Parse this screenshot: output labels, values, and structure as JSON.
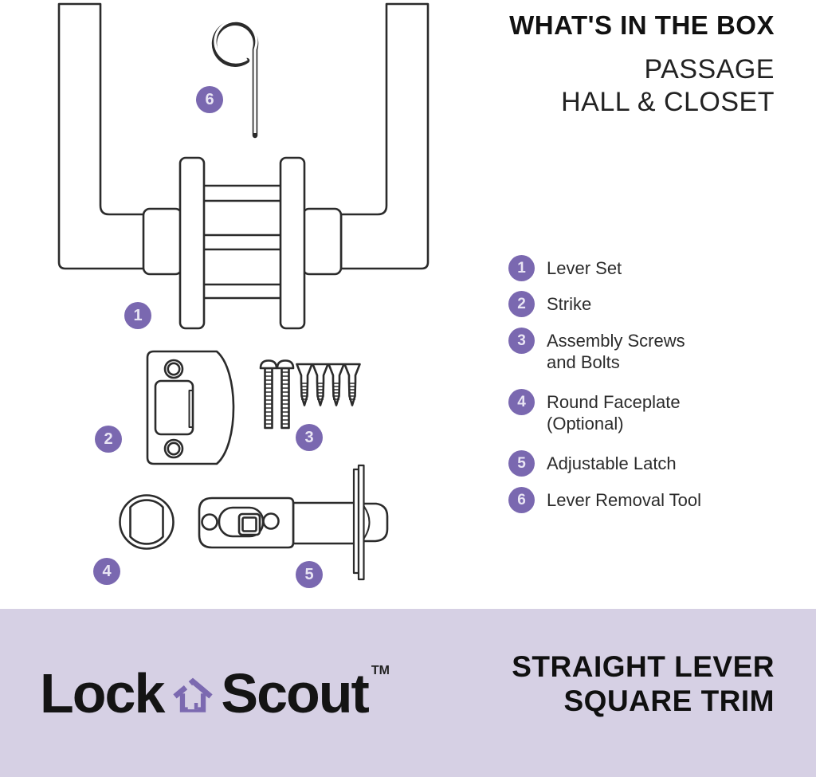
{
  "header": {
    "title": "WHAT'S IN THE BOX",
    "subtitle_line1": "PASSAGE",
    "subtitle_line2": "HALL & CLOSET"
  },
  "legend": {
    "items": [
      {
        "number": "1",
        "label": "Lever Set",
        "label2": ""
      },
      {
        "number": "2",
        "label": "Strike",
        "label2": ""
      },
      {
        "number": "3",
        "label": "Assembly Screws",
        "label2": "and Bolts"
      },
      {
        "number": "4",
        "label": "Round Faceplate",
        "label2": "(Optional)"
      },
      {
        "number": "5",
        "label": "Adjustable Latch",
        "label2": ""
      },
      {
        "number": "6",
        "label": "Lever Removal Tool",
        "label2": ""
      }
    ]
  },
  "footer": {
    "brand_part1": "Lock",
    "brand_part2": "Scout",
    "trademark": "TM",
    "product_line1": "STRAIGHT LEVER",
    "product_line2": "SQUARE TRIM"
  },
  "colors": {
    "accent_purple": "#7a68b0",
    "band_lavender": "#d6d0e4",
    "line_color": "#2b2b2b",
    "house_icon_purple": "#7b69b0"
  }
}
